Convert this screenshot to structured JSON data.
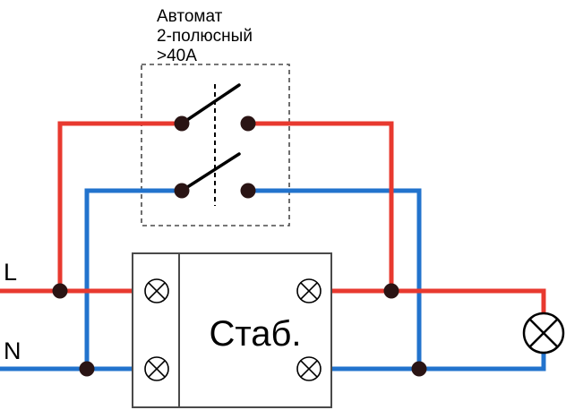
{
  "diagram": {
    "breaker_label": {
      "line1": "Автомат",
      "line2": "2-полюсный",
      "line3": ">40А"
    },
    "live_label": "L",
    "neutral_label": "N",
    "stabilizer_label": "Стаб.",
    "icons": {
      "terminal": "screw-terminal-circle-with-x",
      "lamp": "lamp-circle-with-x",
      "breaker": "two-pole-switch-with-dashed-link"
    },
    "colors": {
      "live_wire": "#e8392f",
      "neutral_wire": "#2273cd",
      "junction_dot": "#2a1414",
      "stroke": "#000000",
      "box_border": "#4a4a4a"
    }
  }
}
